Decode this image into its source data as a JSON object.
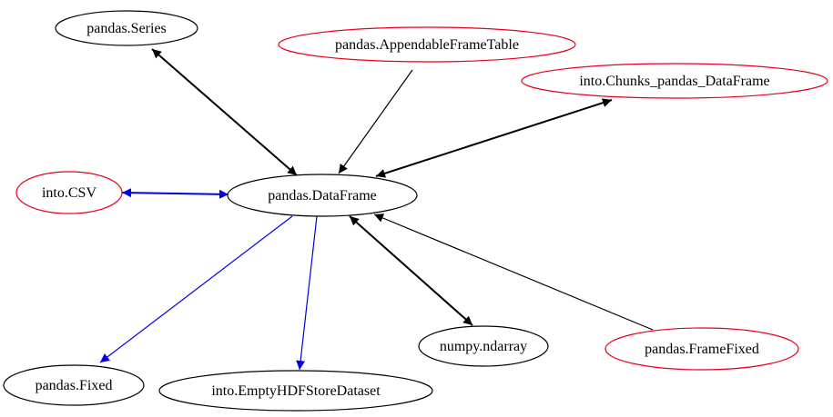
{
  "colors": {
    "black": "#000000",
    "red": "#e8001c",
    "blue": "#0000e0",
    "background": "#ffffff"
  },
  "nodes": {
    "pandas_series": {
      "label": "pandas.Series",
      "border": "black"
    },
    "appendable_frame_table": {
      "label": "pandas.AppendableFrameTable",
      "border": "red"
    },
    "chunks_pandas_dataframe": {
      "label": "into.Chunks_pandas_DataFrame",
      "border": "red"
    },
    "into_csv": {
      "label": "into.CSV",
      "border": "red"
    },
    "pandas_dataframe": {
      "label": "pandas.DataFrame",
      "border": "black"
    },
    "pandas_fixed": {
      "label": "pandas.Fixed",
      "border": "black"
    },
    "empty_hdfstore_dataset": {
      "label": "into.EmptyHDFStoreDataset",
      "border": "black"
    },
    "numpy_ndarray": {
      "label": "numpy.ndarray",
      "border": "black"
    },
    "frame_fixed": {
      "label": "pandas.FrameFixed",
      "border": "red"
    }
  },
  "edges": [
    {
      "from": "pandas_series",
      "to": "pandas_dataframe",
      "bidirectional": true,
      "color": "black"
    },
    {
      "from": "appendable_frame_table",
      "to": "pandas_dataframe",
      "bidirectional": false,
      "color": "black"
    },
    {
      "from": "chunks_pandas_dataframe",
      "to": "pandas_dataframe",
      "bidirectional": true,
      "color": "black"
    },
    {
      "from": "into_csv",
      "to": "pandas_dataframe",
      "bidirectional": true,
      "color": "blue"
    },
    {
      "from": "pandas_dataframe",
      "to": "pandas_fixed",
      "bidirectional": false,
      "color": "blue"
    },
    {
      "from": "pandas_dataframe",
      "to": "empty_hdfstore_dataset",
      "bidirectional": false,
      "color": "blue"
    },
    {
      "from": "pandas_dataframe",
      "to": "numpy_ndarray",
      "bidirectional": true,
      "color": "black"
    },
    {
      "from": "frame_fixed",
      "to": "pandas_dataframe",
      "bidirectional": false,
      "color": "black"
    }
  ]
}
